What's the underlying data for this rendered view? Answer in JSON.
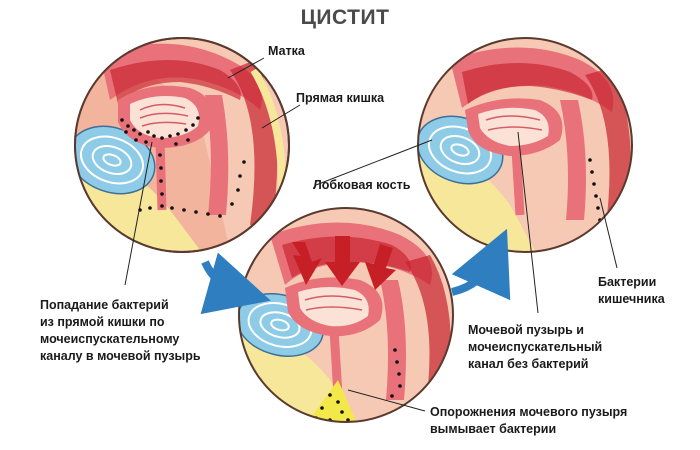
{
  "title": "ЦИСТИТ",
  "labels": {
    "uterus": "Матка",
    "rectum": "Прямая кишка",
    "pubic_bone": "Лобковая кость",
    "bacteria_entry": [
      "Попадание бактерий",
      "из прямой кишки по",
      "мочеиспускательному",
      "каналу в мочевой пузырь"
    ],
    "intestinal_bacteria": [
      "Бактерии",
      "кишечника"
    ],
    "bladder_clean": [
      "Мочевой пузырь и",
      "мочеиспускательный",
      "канал без бактерий"
    ],
    "flush": [
      "Опорожнения мочевого пузыря",
      "вымывает бактерии"
    ]
  },
  "colors": {
    "circle_bg": "#f6c9b5",
    "pink_tissue": "#e8717a",
    "deep_red": "#c7222d",
    "pale": "#fbe1d6",
    "fat_yellow": "#f7e79a",
    "bone_blue": "#8ecbe6",
    "arrow_blue": "#2f7fc0",
    "bacteria": "#111111",
    "flush_yellow": "#f3e84a"
  }
}
